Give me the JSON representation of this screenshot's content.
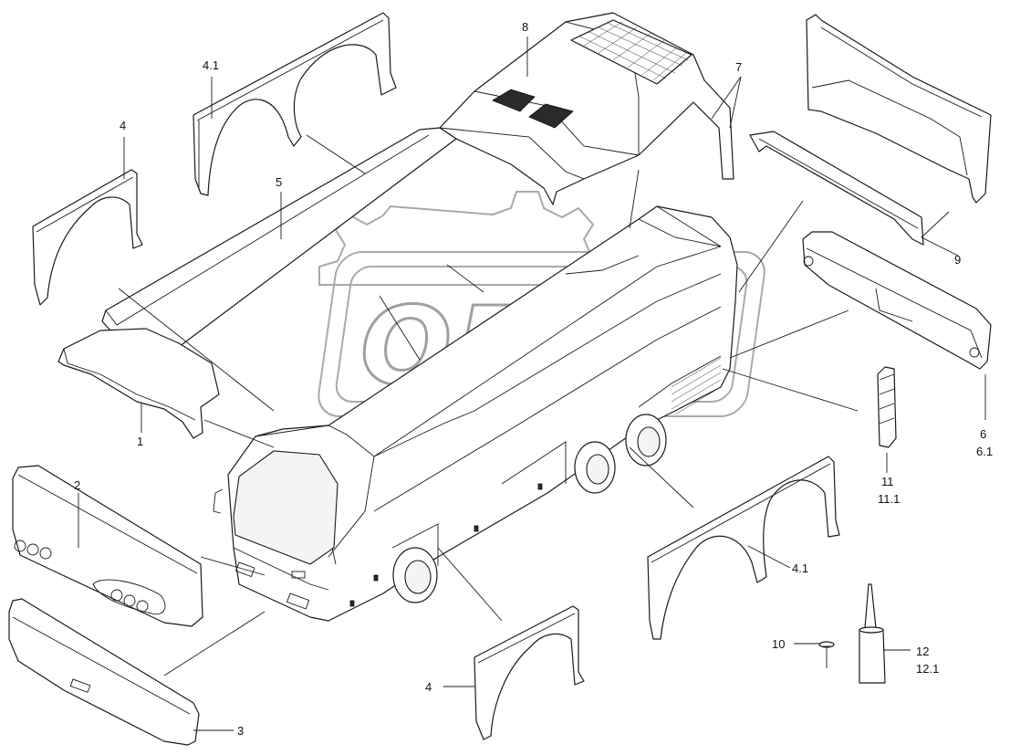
{
  "diagram": {
    "watermark": "OPEX",
    "callouts": {
      "c1": "1",
      "c2": "2",
      "c3": "3",
      "c4a": "4",
      "c4b": "4",
      "c41a": "4.1",
      "c41b": "4.1",
      "c5": "5",
      "c6": "6",
      "c61": "6.1",
      "c7": "7",
      "c8": "8",
      "c9": "9",
      "c10": "10",
      "c11": "11",
      "c111": "11.1",
      "c12": "12",
      "c121": "12.1"
    }
  }
}
